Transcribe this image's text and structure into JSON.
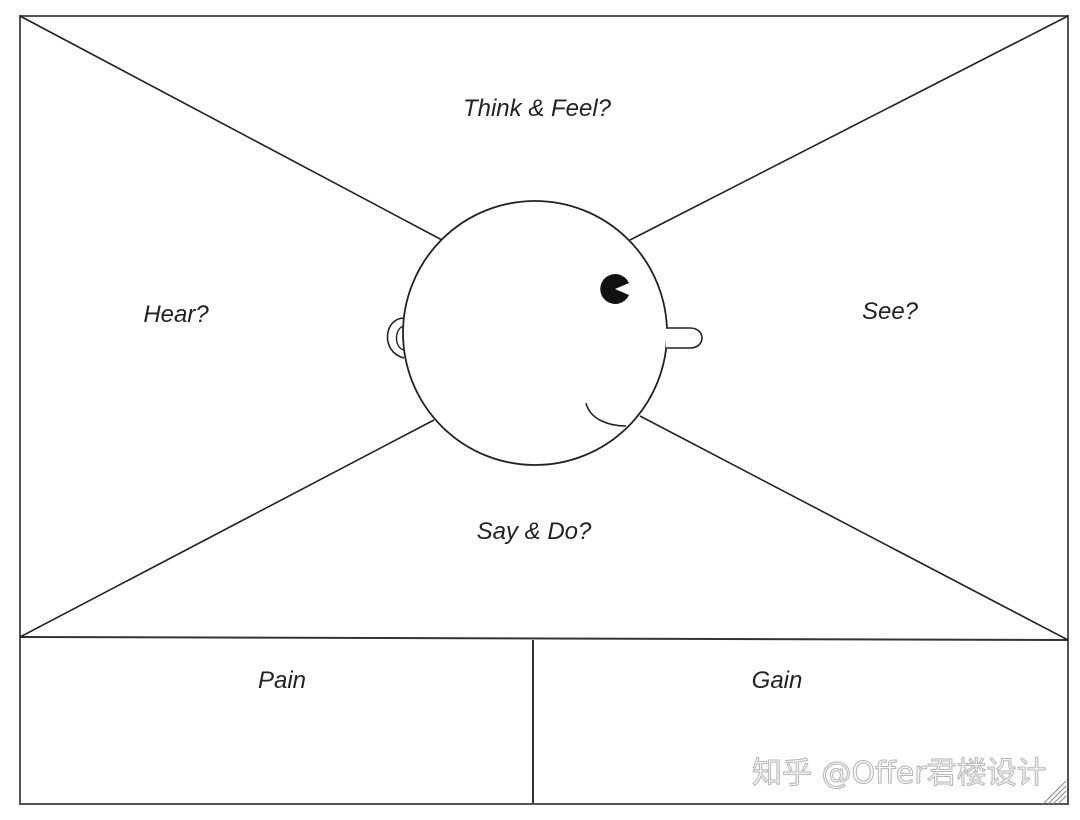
{
  "quadrants": {
    "think_feel": "Think & Feel?",
    "hear": "Hear?",
    "see": "See?",
    "say_do": "Say & Do?"
  },
  "bottom": {
    "pain": "Pain",
    "gain": "Gain"
  },
  "watermark": "知乎 @Offer君楼设计"
}
